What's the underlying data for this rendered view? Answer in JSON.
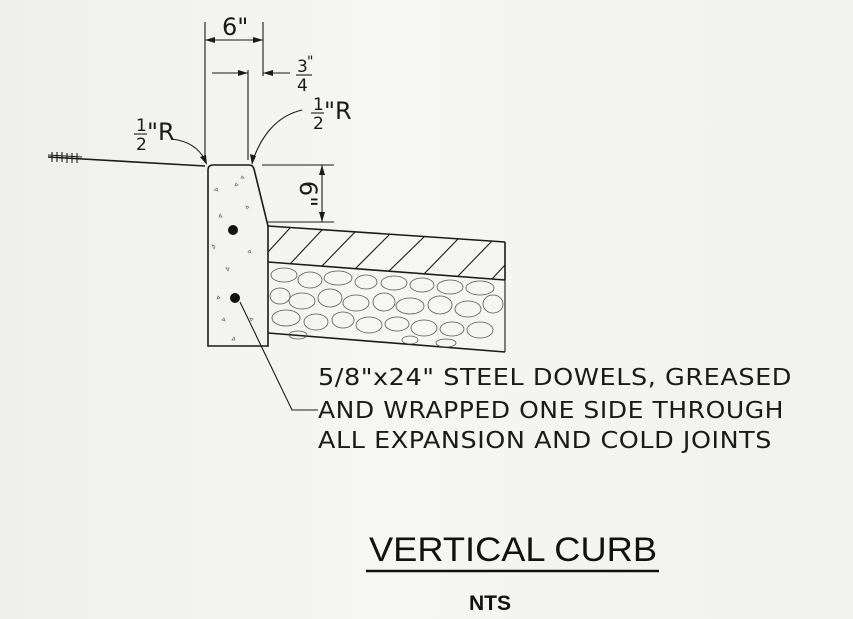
{
  "drawing": {
    "dim_top_width": "6\"",
    "dim_batter_num": "3",
    "dim_batter_unit": "\"",
    "dim_batter_den": "4",
    "radius_right_num": "1",
    "radius_right_unit": "\"R",
    "radius_right_den": "2",
    "radius_left_num": "1",
    "radius_left_unit": "\"R",
    "radius_left_den": "2",
    "dim_height": "6\"",
    "note_lines": [
      "5/8\"x24\" STEEL DOWELS, GREASED",
      "AND WRAPPED ONE SIDE THROUGH",
      "ALL EXPANSION AND COLD JOINTS"
    ],
    "title": "VERTICAL CURB",
    "subtitle": "NTS"
  }
}
